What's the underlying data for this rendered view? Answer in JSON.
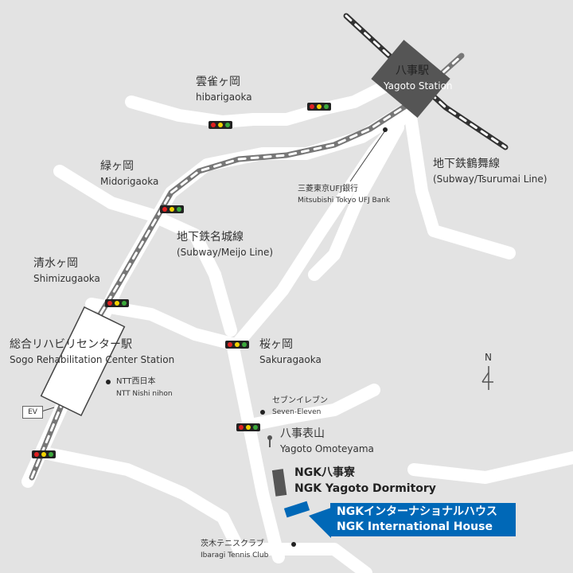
{
  "stations": {
    "yagoto": {
      "jp": "八事駅",
      "en": "Yagoto Station"
    },
    "sogo": {
      "jp": "総合リハビリセンター駅",
      "en": "Sogo Rehabilitation Center Station"
    }
  },
  "areas": {
    "hibarigaoka": {
      "jp": "雲雀ヶ岡",
      "en": "hibarigaoka"
    },
    "midorigaoka": {
      "jp": "緑ヶ岡",
      "en": "Midorigaoka"
    },
    "shimizugaoka": {
      "jp": "清水ヶ岡",
      "en": "Shimizugaoka"
    },
    "sakuragaoka": {
      "jp": "桜ヶ岡",
      "en": "Sakuragaoka"
    },
    "omoteyama": {
      "jp": "八事表山",
      "en": "Yagoto Omoteyama"
    }
  },
  "lines": {
    "meijo": {
      "jp": "地下鉄名城線",
      "en": "(Subway/Meijo Line)"
    },
    "tsurumai": {
      "jp": "地下鉄鶴舞線",
      "en": "(Subway/Tsurumai Line)"
    }
  },
  "landmarks": {
    "bank": {
      "jp": "三菱東京UFJ銀行",
      "en": "Mitsubishi Tokyo UFJ Bank"
    },
    "ntt": {
      "jp": "NTT西日本",
      "en": "NTT Nishi nihon"
    },
    "seven": {
      "jp": "セブンイレブン",
      "en": "Seven-Eleven"
    },
    "dormitory": {
      "jp": "NGK八事寮",
      "en": "NGK Yagoto Dormitory"
    },
    "tennis": {
      "jp": "茨木テニスクラブ",
      "en": "Ibaragi Tennis Club"
    }
  },
  "highlight": {
    "jp": "NGKインターナショナルハウス",
    "en": "NGK International House"
  },
  "ev_label": "EV",
  "compass_label": "N",
  "icons": [
    "traffic-light-icon",
    "north-arrow-icon",
    "landmark-dot-icon",
    "pin-icon"
  ],
  "colors": {
    "background": "#e3e3e3",
    "road": "#ffffff",
    "railway": "#333333",
    "highlight": "#0068b7",
    "dormitory": "#555555"
  }
}
